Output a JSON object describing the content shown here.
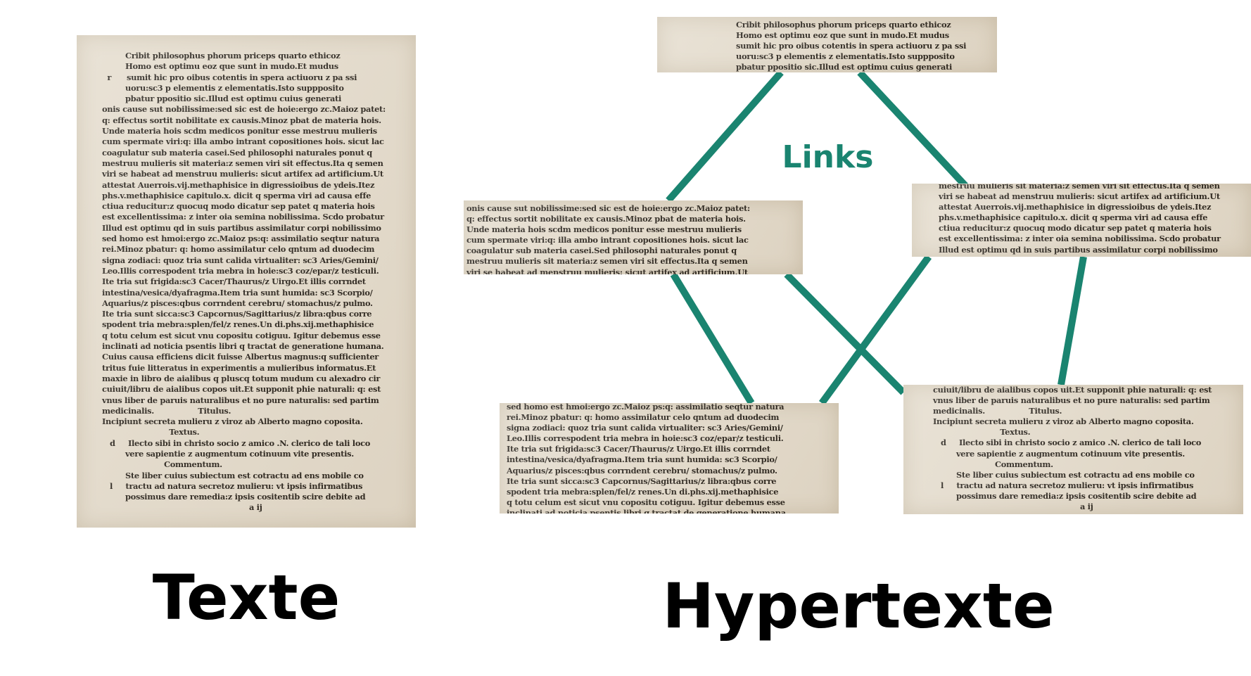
{
  "captions": {
    "text": "Texte",
    "hypertext": "Hypertexte"
  },
  "links_label": "Links",
  "colors": {
    "link_green": "#1a8470",
    "paper": "#e4dccd",
    "ink": "#1f1a14"
  },
  "full_page_text": "         Cribit philosophus phorum priceps quarto ethicoz\n         Homo est optimu eoz que sunt in mudo.Et mudus\n  r      sumit hic pro oibus cotentis in spera actiuoru z pa ssi\n         uoru:sc3 p elementis z elementatis.Isto suppposito\n         pbatur ppositio sic.Illud est optimu cuius generati\nonis cause sut nobilissime:sed sic est de hoie:ergo zc.Maioz patet:\nq: effectus sortit nobilitate ex causis.Minoz pbat de materia hois.\nUnde materia hois scdm medicos ponitur esse mestruu mulieris\ncum spermate viri:q: illa ambo intrant copositiones hois. sicut lac\ncoagulatur sub materia casei.Sed philosophi naturales ponut q\nmestruu mulieris sit materia:z semen viri sit effectus.Ita q semen\nviri se habeat ad menstruu mulieris: sicut artifex ad artificium.Ut\nattestat Auerrois.vij.methaphisice in digressioibus de ydeis.Itez\nphs.v.methaphisice capitulo.x. dicit q sperma viri ad causa effe\nctiua reducitur:z quocuq modo dicatur sep patet q materia hois\nest excellentissima: z inter oia semina nobilissima. Scdo probatur\nIllud est optimu qd in suis partibus assimilatur corpi nobilissimo\nsed homo est hmoi:ergo zc.Maioz ps:q: assimilatio seqtur natura\nrei.Minoz pbatur: q: homo assimilatur celo qntum ad duodecim\nsigna zodiaci: quoz tria sunt calida virtualiter: sc3 Aries/Gemini/\nLeo.Illis correspodent tria mebra in hoie:sc3 coz/epar/z testiculi.\nIte tria sut frigida:sc3 Cacer/Thaurus/z Uirgo.Et illis corrndet\nintestina/vesica/dyafragma.Item tria sunt humida: sc3 Scorpio/\nAquarius/z pisces:qbus corrndent cerebru/ stomachus/z pulmo.\nIte tria sunt sicca:sc3 Capcornus/Sagittarius/z libra:qbus corre\nspodent tria mebra:splen/fel/z renes.Un di.phs.xij.methaphisice\nq totu celum est sicut vnu copositu cotiguu. Igitur debemus esse\ninclinati ad noticia psentis libri q tractat de generatione humana.\nCuius causa efficiens dicit fuisse Albertus magnus:q sufficienter\ntritus fuie litteratus in experimentis a mulieribus informatus.Et\nmaxie in libro de aialibus q pluscq totum mudum cu alexadro cir\ncuiuit/libru de aialibus copos uit.Et supponit phie naturali: q: est\nvnus liber de paruis naturalibus et no pure naturalis: sed partim\nmedicinalis.                 Titulus.\nIncipiunt secreta mulieru z viroz ab Alberto magno coposita.\n                          Textus.\n   d     Ilecto sibi in christo socio z amico .N. clerico de tali loco\n         vere sapientie z augmentum cotinuum vite presentis.\n                        Commentum.\n         Ste liber cuius subiectum est cotractu ad ens mobile co\n   l     tractu ad natura secretoz mulieru: vt ipsis infirmatibus\n         possimus dare remedia:z ipsis cositentib scire debite ad\n                                                         a ij",
  "fragments": {
    "top": "Cribit philosophus phorum priceps quarto ethicoz\nHomo est optimu eoz que sunt in mudo.Et mudus\nsumit hic pro oibus cotentis in spera actiuoru z pa ssi\nuoru:sc3 p elementis z elementatis.Isto suppposito\npbatur ppositio sic.Illud est optimu cuius generati",
    "left": "onis cause sut nobilissime:sed sic est de hoie:ergo zc.Maioz patet:\nq: effectus sortit nobilitate ex causis.Minoz pbat de materia hois.\nUnde materia hois scdm medicos ponitur esse mestruu mulieris\ncum spermate viri:q: illa ambo intrant copositiones hois. sicut lac\ncoagulatur sub materia casei.Sed philosophi naturales ponut q\nmestruu mulieris sit materia:z semen viri sit effectus.Ita q semen\nviri se habeat ad menstruu mulieris: sicut artifex ad artificium.Ut",
    "right": "mestruu mulieris sit materia:z semen viri sit effectus.Ita q semen\nviri se habeat ad menstruu mulieris: sicut artifex ad artificium.Ut\nattestat Auerrois.vij.methaphisice in digressioibus de ydeis.Itez\nphs.v.methaphisice capitulo.x. dicit q sperma viri ad causa effe\nctiua reducitur:z quocuq modo dicatur sep patet q materia hois\nest excellentissima: z inter oia semina nobilissima. Scdo probatur\nIllud est optimu qd in suis partibus assimilatur corpi nobilissimo",
    "bottom_left": "sed homo est hmoi:ergo zc.Maioz ps:q: assimilatio seqtur natura\nrei.Minoz pbatur: q: homo assimilatur celo qntum ad duodecim\nsigna zodiaci: quoz tria sunt calida virtualiter: sc3 Aries/Gemini/\nLeo.Illis correspodent tria mebra in hoie:sc3 coz/epar/z testiculi.\nIte tria sut frigida:sc3 Cacer/Thaurus/z Uirgo.Et illis corrndet\nintestina/vesica/dyafragma.Item tria sunt humida: sc3 Scorpio/\nAquarius/z pisces:qbus corrndent cerebru/ stomachus/z pulmo.\nIte tria sunt sicca:sc3 Capcornus/Sagittarius/z libra:qbus corre\nspodent tria mebra:splen/fel/z renes.Un di.phs.xij.methaphisice\nq totu celum est sicut vnu copositu cotiguu. Igitur debemus esse\ninclinati ad noticia psentis libri q tractat de generatione humana.",
    "bottom_right": "cuiuit/libru de aialibus copos uit.Et supponit phie naturali: q: est\nvnus liber de paruis naturalibus et no pure naturalis: sed partim\nmedicinalis.                 Titulus.\nIncipiunt secreta mulieru z viroz ab Alberto magno coposita.\n                          Textus.\n   d     Ilecto sibi in christo socio z amico .N. clerico de tali loco\n         vere sapientie z augmentum cotinuum vite presentis.\n                        Commentum.\n         Ste liber cuius subiectum est cotractu ad ens mobile co\n   l     tractu ad natura secretoz mulieru: vt ipsis infirmatibus\n         possimus dare remedia:z ipsis cositentib scire debite ad\n                                                         a ij"
  }
}
